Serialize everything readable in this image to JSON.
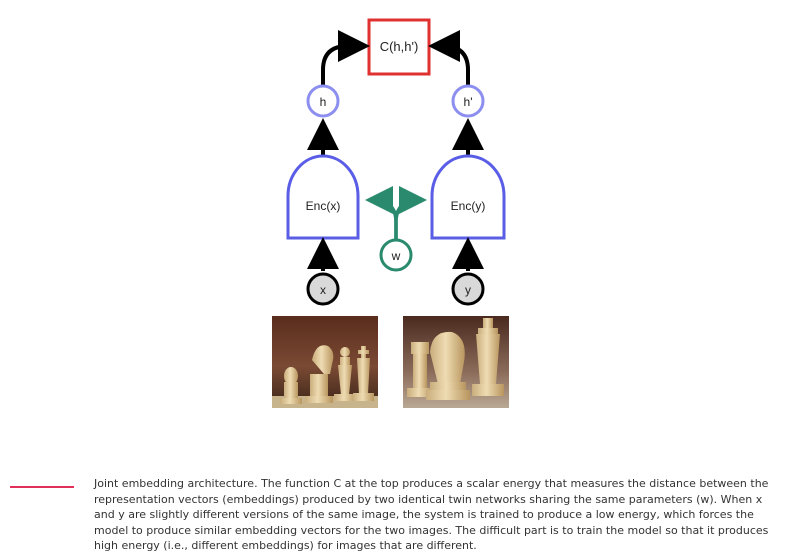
{
  "diagram": {
    "cost_label": "C(h,h')",
    "h_label": "h",
    "h_prime_label": "h'",
    "enc_x_label": "Enc(x)",
    "enc_y_label": "Enc(y)",
    "w_label": "w",
    "x_label": "x",
    "y_label": "y"
  },
  "colors": {
    "cost_border": "#e03131",
    "latent_border": "#8c8ff0",
    "encoder_border": "#5a5de6",
    "weights_border": "#2a8a6e",
    "input_fill": "#d9d9d9",
    "caption_rule": "#e0305a"
  },
  "caption": "Joint embedding architecture. The function C at the top produces a scalar energy that measures the distance between the representation vectors (embeddings) produced by two identical twin networks sharing the same parameters (w). When x and y are slightly different versions of the same image, the system is trained to produce a low energy, which forces the model to produce similar embedding vectors for the two images. The difficult part is to train the model so that it produces high energy (i.e., different embeddings) for images that are different."
}
